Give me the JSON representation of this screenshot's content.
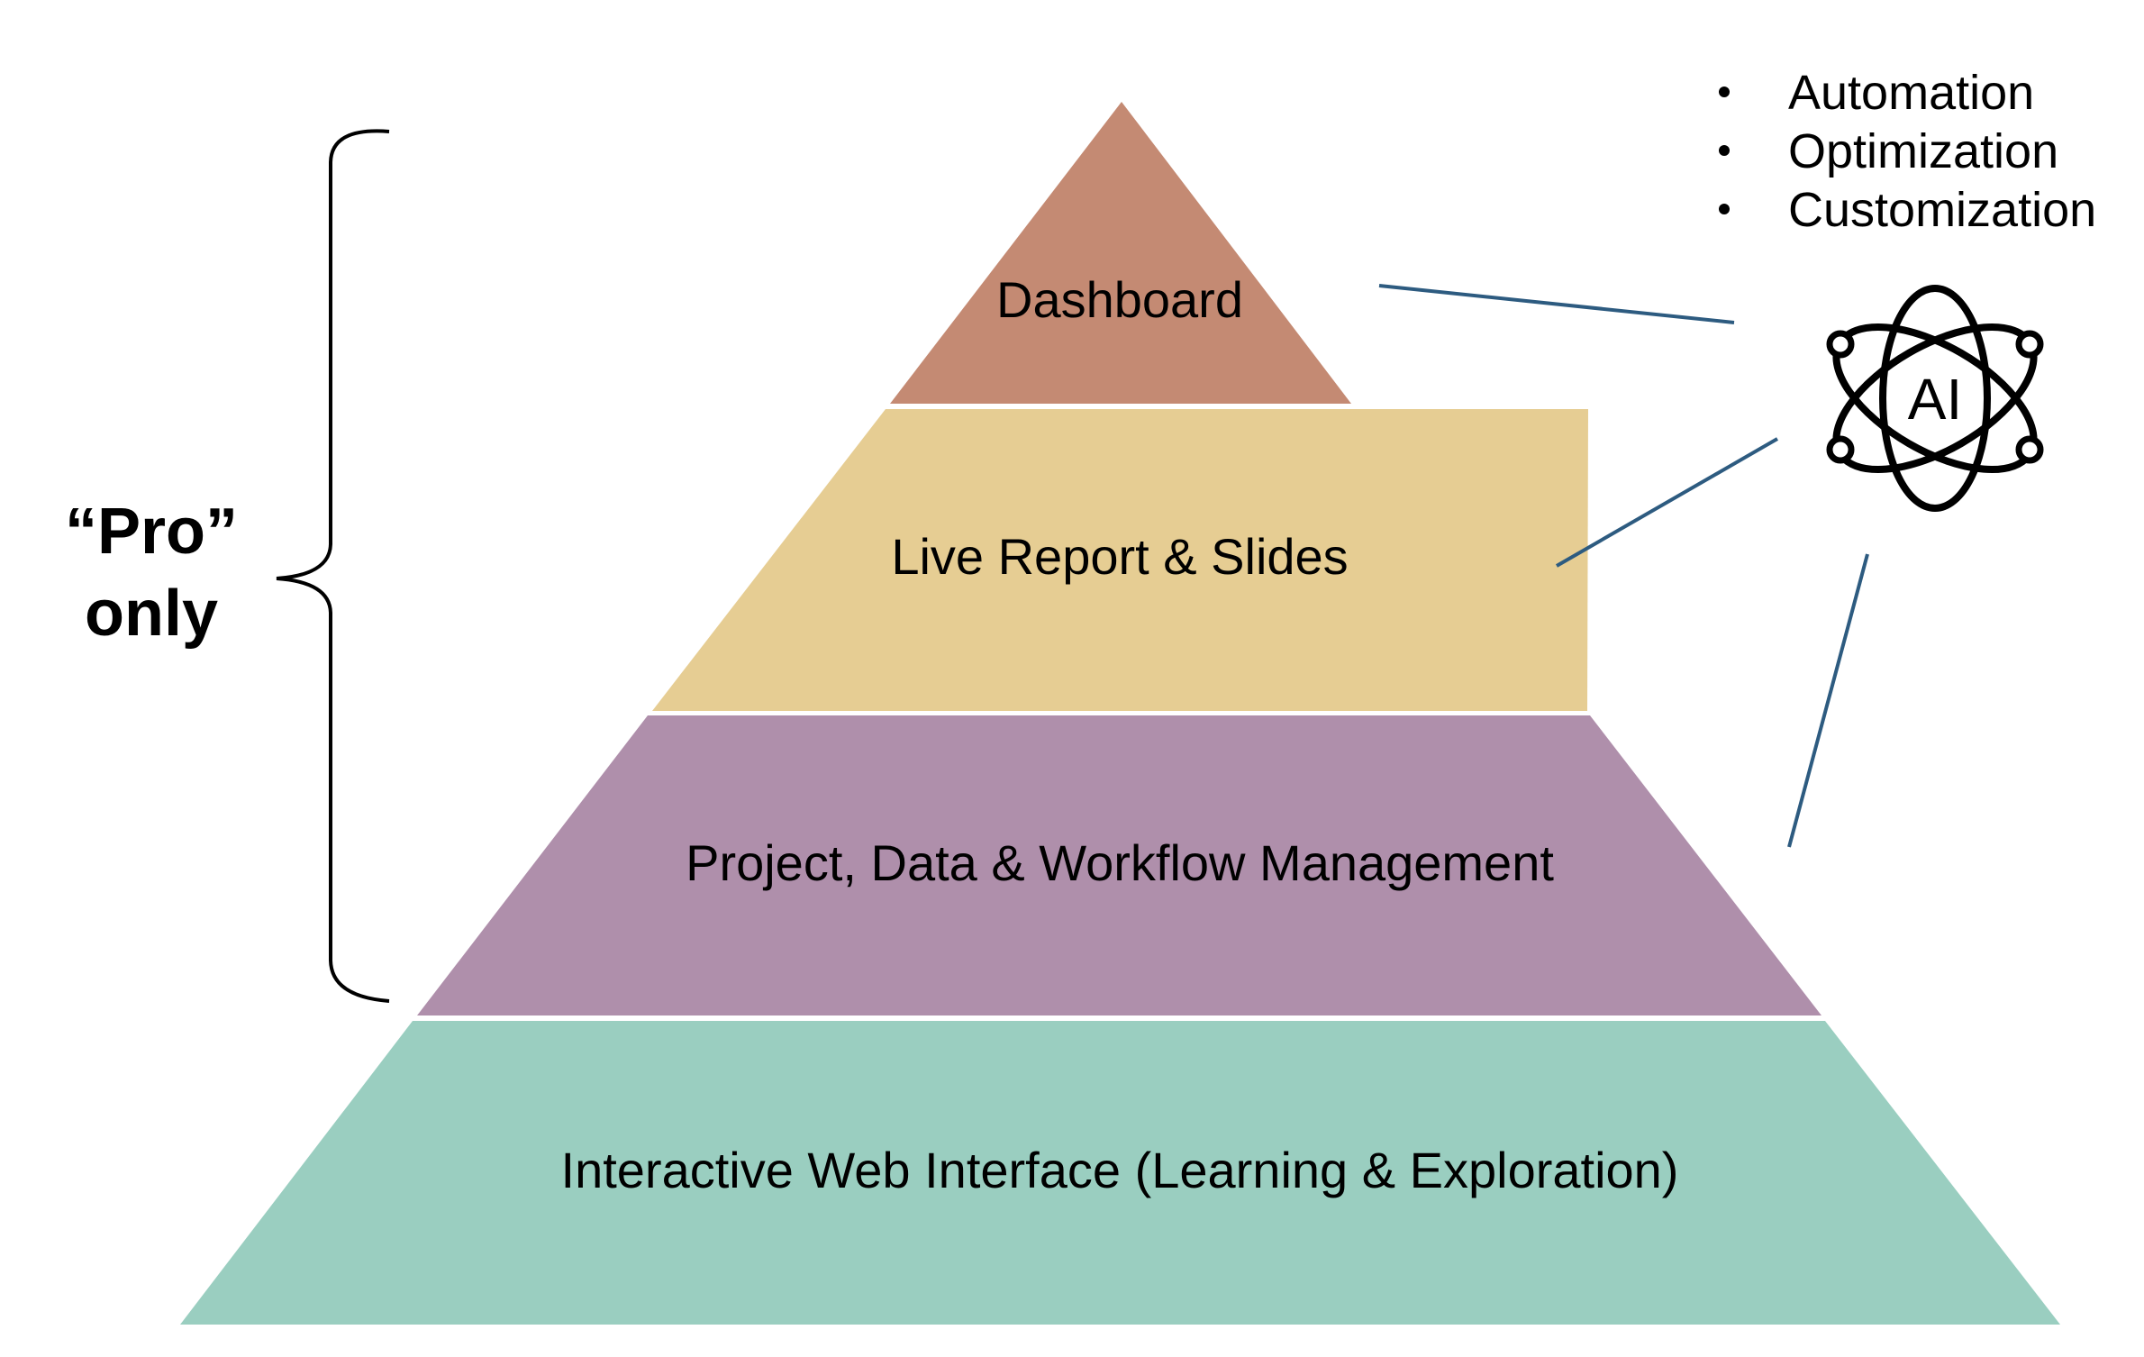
{
  "pyramid": {
    "layers": [
      {
        "label": "Dashboard",
        "color": "#c48a73"
      },
      {
        "label": "Live Report & Slides",
        "color": "#e6cd93"
      },
      {
        "label": "Project, Data & Workflow Management",
        "color": "#af8fab"
      },
      {
        "label": "Interactive Web Interface (Learning & Exploration)",
        "color": "#9acec0"
      }
    ]
  },
  "pro_bracket": {
    "line1": "“Pro”",
    "line2": "only"
  },
  "ai": {
    "icon": "ai-atom-icon",
    "label": "AI",
    "connector_color": "#2d5b80",
    "bullets": [
      "Automation",
      "Optimization",
      "Customization"
    ]
  }
}
